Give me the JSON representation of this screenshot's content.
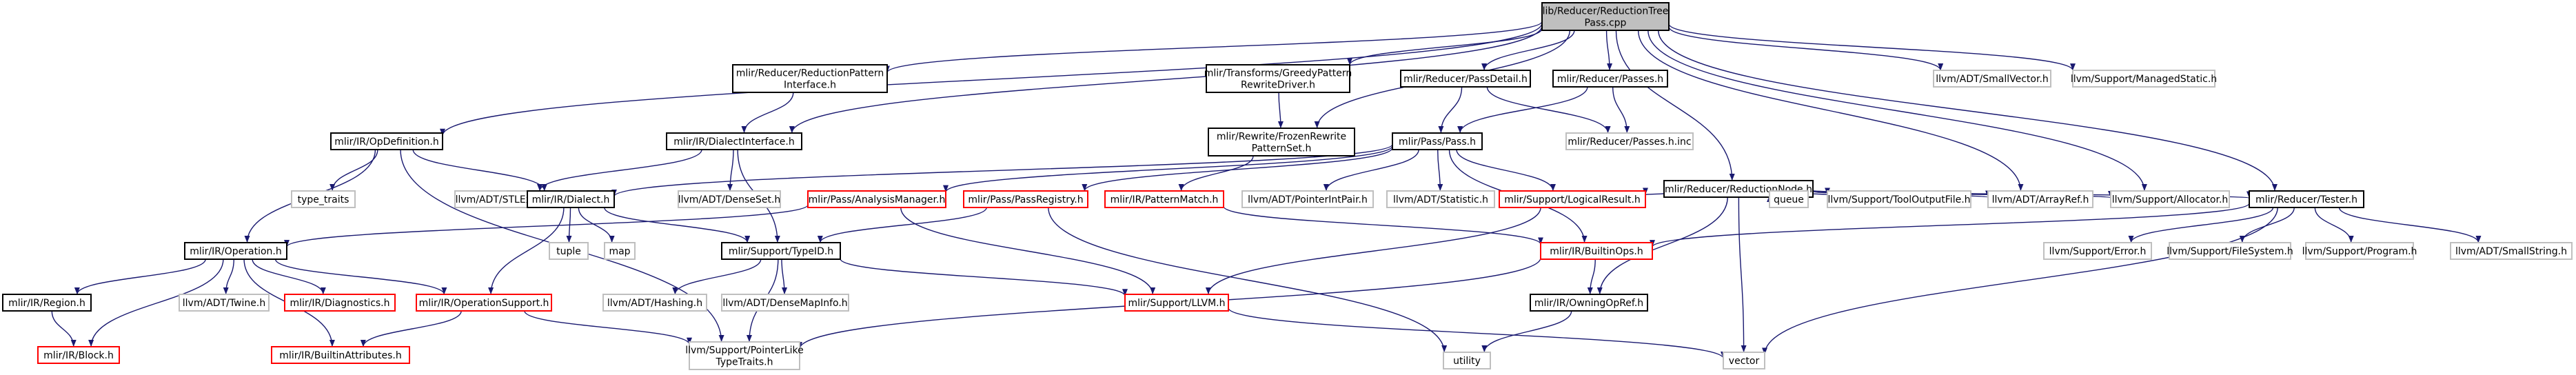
{
  "colors": {
    "edge": "#191970",
    "root_fill": "#bfbfbf",
    "normal_border": "#000000",
    "external_border": "#bfbfbf",
    "unexpanded_border": "#ff0000",
    "text": "#000000"
  },
  "nodes": [
    {
      "id": "root",
      "lines": [
        "lib/Reducer/ReductionTree",
        "Pass.cpp"
      ],
      "kind": "root"
    },
    {
      "id": "opdef",
      "lines": [
        "mlir/IR/OpDefinition.h"
      ],
      "kind": "normal"
    },
    {
      "id": "rpi",
      "lines": [
        "mlir/Reducer/ReductionPattern",
        "Interface.h"
      ],
      "kind": "normal"
    },
    {
      "id": "gprd",
      "lines": [
        "mlir/Transforms/GreedyPattern",
        "RewriteDriver.h"
      ],
      "kind": "normal"
    },
    {
      "id": "passdetail",
      "lines": [
        "mlir/Reducer/PassDetail.h"
      ],
      "kind": "normal"
    },
    {
      "id": "passes",
      "lines": [
        "mlir/Reducer/Passes.h"
      ],
      "kind": "normal"
    },
    {
      "id": "smallvector",
      "lines": [
        "llvm/ADT/SmallVector.h"
      ],
      "kind": "external"
    },
    {
      "id": "managedstatic",
      "lines": [
        "llvm/Support/ManagedStatic.h"
      ],
      "kind": "external"
    },
    {
      "id": "dialectinterface",
      "lines": [
        "mlir/IR/DialectInterface.h"
      ],
      "kind": "normal"
    },
    {
      "id": "frozen",
      "lines": [
        "mlir/Rewrite/FrozenRewrite",
        "PatternSet.h"
      ],
      "kind": "normal"
    },
    {
      "id": "pass",
      "lines": [
        "mlir/Pass/Pass.h"
      ],
      "kind": "normal"
    },
    {
      "id": "passesinc",
      "lines": [
        "mlir/Reducer/Passes.h.inc"
      ],
      "kind": "external"
    },
    {
      "id": "reductionnode",
      "lines": [
        "mlir/Reducer/ReductionNode.h"
      ],
      "kind": "normal"
    },
    {
      "id": "typetraits",
      "lines": [
        "type_traits"
      ],
      "kind": "external"
    },
    {
      "id": "stlextras",
      "lines": [
        "llvm/ADT/STLExtras.h"
      ],
      "kind": "external"
    },
    {
      "id": "dialect",
      "lines": [
        "mlir/IR/Dialect.h"
      ],
      "kind": "normal"
    },
    {
      "id": "densesetb",
      "lines": [
        "llvm/ADT/DenseSet.h"
      ],
      "kind": "external"
    },
    {
      "id": "analysis",
      "lines": [
        "mlir/Pass/AnalysisManager.h"
      ],
      "kind": "unexpanded"
    },
    {
      "id": "registry",
      "lines": [
        "mlir/Pass/PassRegistry.h"
      ],
      "kind": "unexpanded"
    },
    {
      "id": "patternmatch",
      "lines": [
        "mlir/IR/PatternMatch.h"
      ],
      "kind": "unexpanded"
    },
    {
      "id": "pointerintpair",
      "lines": [
        "llvm/ADT/PointerIntPair.h"
      ],
      "kind": "external"
    },
    {
      "id": "statistic",
      "lines": [
        "llvm/ADT/Statistic.h"
      ],
      "kind": "external"
    },
    {
      "id": "logicalresult",
      "lines": [
        "mlir/Support/LogicalResult.h"
      ],
      "kind": "unexpanded"
    },
    {
      "id": "queue",
      "lines": [
        "queue"
      ],
      "kind": "external"
    },
    {
      "id": "tooloutput",
      "lines": [
        "llvm/Support/ToolOutputFile.h"
      ],
      "kind": "external"
    },
    {
      "id": "arrayref",
      "lines": [
        "llvm/ADT/ArrayRef.h"
      ],
      "kind": "external"
    },
    {
      "id": "allocator",
      "lines": [
        "llvm/Support/Allocator.h"
      ],
      "kind": "external"
    },
    {
      "id": "tester",
      "lines": [
        "mlir/Reducer/Tester.h"
      ],
      "kind": "normal"
    },
    {
      "id": "operation",
      "lines": [
        "mlir/IR/Operation.h"
      ],
      "kind": "normal"
    },
    {
      "id": "tuple",
      "lines": [
        "tuple"
      ],
      "kind": "external"
    },
    {
      "id": "map",
      "lines": [
        "map"
      ],
      "kind": "external"
    },
    {
      "id": "typeid",
      "lines": [
        "mlir/Support/TypeID.h"
      ],
      "kind": "normal"
    },
    {
      "id": "builtinops",
      "lines": [
        "mlir/IR/BuiltinOps.h"
      ],
      "kind": "unexpanded"
    },
    {
      "id": "error",
      "lines": [
        "llvm/Support/Error.h"
      ],
      "kind": "external"
    },
    {
      "id": "filesystem",
      "lines": [
        "llvm/Support/FileSystem.h"
      ],
      "kind": "external"
    },
    {
      "id": "program",
      "lines": [
        "llvm/Support/Program.h"
      ],
      "kind": "external"
    },
    {
      "id": "smallstring",
      "lines": [
        "llvm/ADT/SmallString.h"
      ],
      "kind": "external"
    },
    {
      "id": "region",
      "lines": [
        "mlir/IR/Region.h"
      ],
      "kind": "normal"
    },
    {
      "id": "twine",
      "lines": [
        "llvm/ADT/Twine.h"
      ],
      "kind": "external"
    },
    {
      "id": "diagnostics",
      "lines": [
        "mlir/IR/Diagnostics.h"
      ],
      "kind": "unexpanded"
    },
    {
      "id": "opsupport",
      "lines": [
        "mlir/IR/OperationSupport.h"
      ],
      "kind": "unexpanded"
    },
    {
      "id": "hashing",
      "lines": [
        "llvm/ADT/Hashing.h"
      ],
      "kind": "external"
    },
    {
      "id": "densemapinfo",
      "lines": [
        "llvm/ADT/DenseMapInfo.h"
      ],
      "kind": "external"
    },
    {
      "id": "llvm",
      "lines": [
        "mlir/Support/LLVM.h"
      ],
      "kind": "unexpanded"
    },
    {
      "id": "owningopref",
      "lines": [
        "mlir/IR/OwningOpRef.h"
      ],
      "kind": "normal"
    },
    {
      "id": "block",
      "lines": [
        "mlir/IR/Block.h"
      ],
      "kind": "unexpanded"
    },
    {
      "id": "builtinattrs",
      "lines": [
        "mlir/IR/BuiltinAttributes.h"
      ],
      "kind": "unexpanded"
    },
    {
      "id": "pointerlike",
      "lines": [
        "llvm/Support/PointerLike",
        "TypeTraits.h"
      ],
      "kind": "external"
    },
    {
      "id": "utility",
      "lines": [
        "utility"
      ],
      "kind": "external"
    },
    {
      "id": "vector",
      "lines": [
        "vector"
      ],
      "kind": "external"
    }
  ],
  "edges": [
    [
      "root",
      "opdef"
    ],
    [
      "root",
      "rpi"
    ],
    [
      "root",
      "gprd"
    ],
    [
      "root",
      "passdetail"
    ],
    [
      "root",
      "passes"
    ],
    [
      "root",
      "smallvector"
    ],
    [
      "root",
      "managedstatic"
    ],
    [
      "root",
      "dialectinterface"
    ],
    [
      "root",
      "frozen"
    ],
    [
      "root",
      "reductionnode"
    ],
    [
      "root",
      "tester"
    ],
    [
      "root",
      "arrayref"
    ],
    [
      "root",
      "allocator"
    ],
    [
      "opdef",
      "operation"
    ],
    [
      "opdef",
      "dialect"
    ],
    [
      "opdef",
      "typetraits"
    ],
    [
      "opdef",
      "pointerlike"
    ],
    [
      "rpi",
      "dialectinterface"
    ],
    [
      "gprd",
      "frozen"
    ],
    [
      "passdetail",
      "pass"
    ],
    [
      "passdetail",
      "passesinc"
    ],
    [
      "passes",
      "pass"
    ],
    [
      "passes",
      "passesinc"
    ],
    [
      "dialectinterface",
      "stlextras"
    ],
    [
      "dialectinterface",
      "densesetb"
    ],
    [
      "dialectinterface",
      "typeid"
    ],
    [
      "frozen",
      "patternmatch"
    ],
    [
      "pass",
      "dialect"
    ],
    [
      "pass",
      "analysis"
    ],
    [
      "pass",
      "registry"
    ],
    [
      "pass",
      "pointerintpair"
    ],
    [
      "pass",
      "statistic"
    ],
    [
      "pass",
      "logicalresult"
    ],
    [
      "pass",
      "builtinops"
    ],
    [
      "reductionnode",
      "logicalresult"
    ],
    [
      "reductionnode",
      "queue"
    ],
    [
      "reductionnode",
      "tooloutput"
    ],
    [
      "reductionnode",
      "arrayref"
    ],
    [
      "reductionnode",
      "allocator"
    ],
    [
      "reductionnode",
      "tester"
    ],
    [
      "reductionnode",
      "owningopref"
    ],
    [
      "reductionnode",
      "vector"
    ],
    [
      "tester",
      "builtinops"
    ],
    [
      "tester",
      "error"
    ],
    [
      "tester",
      "filesystem"
    ],
    [
      "tester",
      "program"
    ],
    [
      "tester",
      "smallstring"
    ],
    [
      "tester",
      "vector"
    ],
    [
      "dialect",
      "tuple"
    ],
    [
      "dialect",
      "map"
    ],
    [
      "dialect",
      "typeid"
    ],
    [
      "dialect",
      "opsupport"
    ],
    [
      "analysis",
      "operation"
    ],
    [
      "analysis",
      "llvm"
    ],
    [
      "registry",
      "typeid"
    ],
    [
      "registry",
      "utility"
    ],
    [
      "patternmatch",
      "builtinops"
    ],
    [
      "logicalresult",
      "llvm"
    ],
    [
      "operation",
      "region"
    ],
    [
      "operation",
      "block"
    ],
    [
      "operation",
      "twine"
    ],
    [
      "operation",
      "diagnostics"
    ],
    [
      "operation",
      "opsupport"
    ],
    [
      "operation",
      "builtinattrs"
    ],
    [
      "region",
      "block"
    ],
    [
      "opsupport",
      "builtinattrs"
    ],
    [
      "opsupport",
      "pointerlike"
    ],
    [
      "typeid",
      "hashing"
    ],
    [
      "typeid",
      "densemapinfo"
    ],
    [
      "typeid",
      "llvm"
    ],
    [
      "typeid",
      "pointerlike"
    ],
    [
      "builtinops",
      "owningopref"
    ],
    [
      "builtinops",
      "pointerlike"
    ],
    [
      "owningopref",
      "utility"
    ],
    [
      "llvm",
      "vector"
    ]
  ]
}
